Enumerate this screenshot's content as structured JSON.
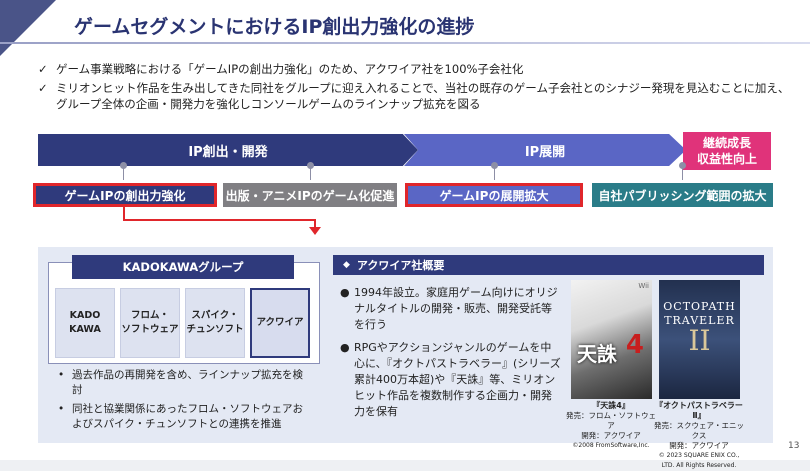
{
  "title": "ゲームセグメントにおけるIP創出力強化の進捗",
  "bullets": [
    "ゲーム事業戦略における「ゲームIPの創出力強化」のため、アクワイア社を100%子会社化",
    "ミリオンヒット作品を生み出してきた同社をグループに迎え入れることで、当社の既存のゲーム子会社とのシナジー発現を見込むことに加え、グループ全体の企画・開発力を強化しコンソールゲームのラインナップ拡充を図る"
  ],
  "check_mark": "✓",
  "phases": {
    "left": "IP創出・開発",
    "right": "IP展開",
    "goal": "継続成長\n収益性向上"
  },
  "steps": [
    "ゲームIPの創出力強化",
    "出版・アニメIPのゲーム化促進",
    "ゲームIPの展開拡大",
    "自社パブリッシング範囲の拡大"
  ],
  "group": {
    "header": "KADOKAWAグループ",
    "companies": [
      "KADO\nKAWA",
      "フロム・\nソフトウェア",
      "スパイク・\nチュンソフト",
      "アクワイア"
    ],
    "notes": [
      "過去作品の再開発を含め、ラインナップ拡充を検討",
      "同社と協業関係にあったフロム・ソフトウェアおよびスパイク・チュンソフトとの連携を推進"
    ]
  },
  "overview": {
    "header": "アクワイア社概要",
    "points": [
      "1994年設立。家庭用ゲーム向けにオリジナルタイトルの開発・販売、開発受託等を行う",
      "RPGやアクションジャンルのゲームを中心に、『オクトパストラベラー』(シリーズ累計400万本超)や『天誅』等、ミリオンヒット作品を複数制作する企画力・開発力を保有"
    ]
  },
  "games": [
    {
      "box_text_platform": "Wii",
      "box_text_title": "天誅",
      "box_text_num": "4",
      "caption_title": "『天誅4』",
      "caption_publisher": "発売：フロム・ソフトウェア",
      "caption_developer": "開発：アクワイア",
      "caption_copyright": "©2008 FromSoftware,Inc."
    },
    {
      "box_text_line1": "OCTOPATH",
      "box_text_line2": "TRAVELER",
      "box_text_num": "II",
      "caption_title": "『オクトパストラベラーⅡ』",
      "caption_publisher": "発売：スクウェア・エニックス",
      "caption_developer": "開発：アクワイア",
      "caption_copyright": "© 2023 SQUARE ENIX CO., LTD. All Rights Reserved."
    }
  ],
  "page_number": "13",
  "colors": {
    "navy": "#2f3a7c",
    "periwinkle": "#5a66c5",
    "pink": "#e0337a",
    "teal": "#2a7c88",
    "gray": "#807f83",
    "red": "#e0262b"
  }
}
